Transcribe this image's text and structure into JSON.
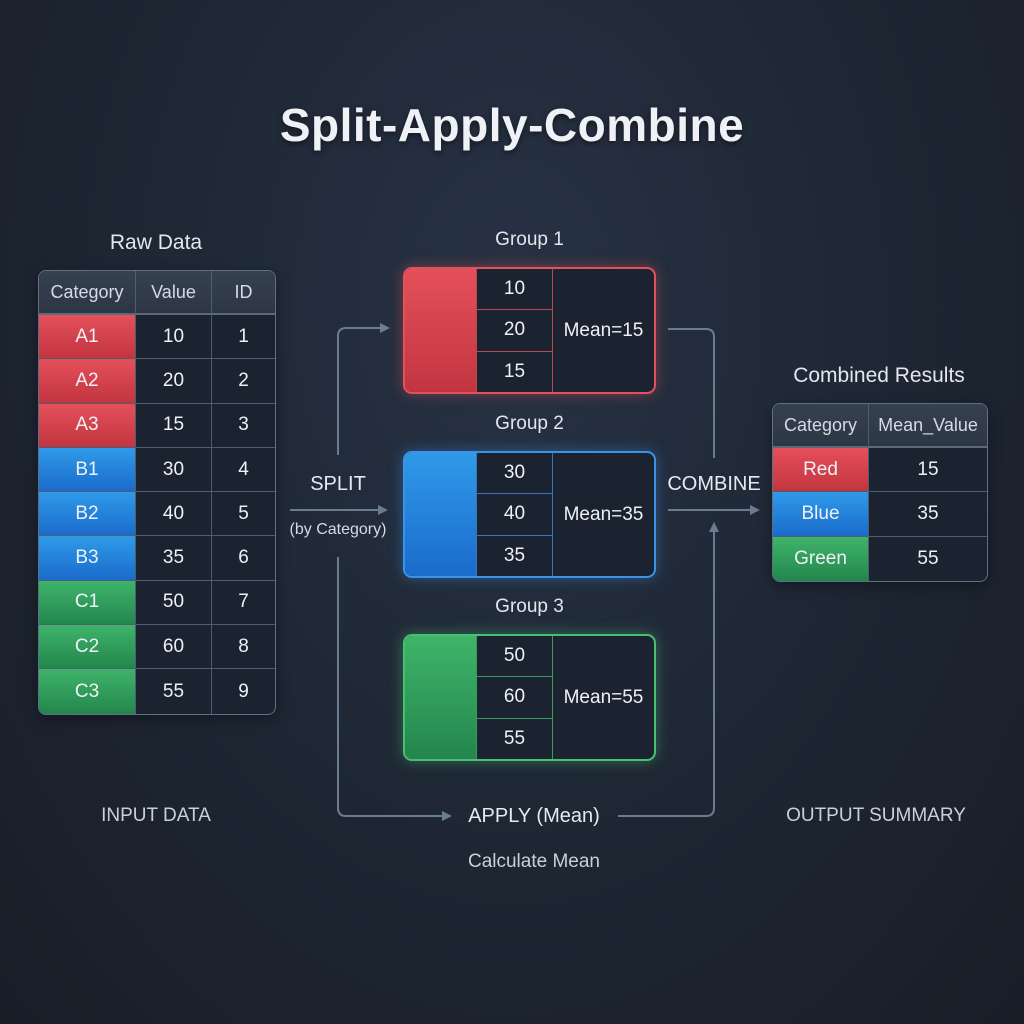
{
  "title": "Split-Apply-Combine",
  "raw_data": {
    "heading": "Raw Data",
    "columns": [
      "Category",
      "Value",
      "ID"
    ],
    "rows": [
      {
        "category": "A1",
        "value": "10",
        "id": "1",
        "color": "red"
      },
      {
        "category": "A2",
        "value": "20",
        "id": "2",
        "color": "red"
      },
      {
        "category": "A3",
        "value": "15",
        "id": "3",
        "color": "red"
      },
      {
        "category": "B1",
        "value": "30",
        "id": "4",
        "color": "blue"
      },
      {
        "category": "B2",
        "value": "40",
        "id": "5",
        "color": "blue"
      },
      {
        "category": "B3",
        "value": "35",
        "id": "6",
        "color": "blue"
      },
      {
        "category": "C1",
        "value": "50",
        "id": "7",
        "color": "green"
      },
      {
        "category": "C2",
        "value": "60",
        "id": "8",
        "color": "green"
      },
      {
        "category": "C3",
        "value": "55",
        "id": "9",
        "color": "green"
      }
    ],
    "footer": "INPUT DATA"
  },
  "split": {
    "label": "SPLIT",
    "sublabel": "(by Category)"
  },
  "groups": [
    {
      "title": "Group 1",
      "color": "red",
      "values": [
        "10",
        "20",
        "15"
      ],
      "mean_label": "Mean=15"
    },
    {
      "title": "Group 2",
      "color": "blue",
      "values": [
        "30",
        "40",
        "35"
      ],
      "mean_label": "Mean=35"
    },
    {
      "title": "Group 3",
      "color": "green",
      "values": [
        "50",
        "60",
        "55"
      ],
      "mean_label": "Mean=55"
    }
  ],
  "apply": {
    "label": "APPLY (Mean)",
    "sublabel": "Calculate Mean"
  },
  "combine": {
    "label": "COMBINE"
  },
  "combined_results": {
    "heading": "Combined Results",
    "columns": [
      "Category",
      "Mean_Value"
    ],
    "rows": [
      {
        "category": "Red",
        "mean_value": "15",
        "color": "red"
      },
      {
        "category": "Blue",
        "mean_value": "35",
        "color": "blue"
      },
      {
        "category": "Green",
        "mean_value": "55",
        "color": "green"
      }
    ],
    "footer": "OUTPUT SUMMARY"
  },
  "colors": {
    "red": "#d9434d",
    "blue": "#2a86dc",
    "green": "#35a35e",
    "background": "#1e2633",
    "connector": "#6b7b90"
  }
}
